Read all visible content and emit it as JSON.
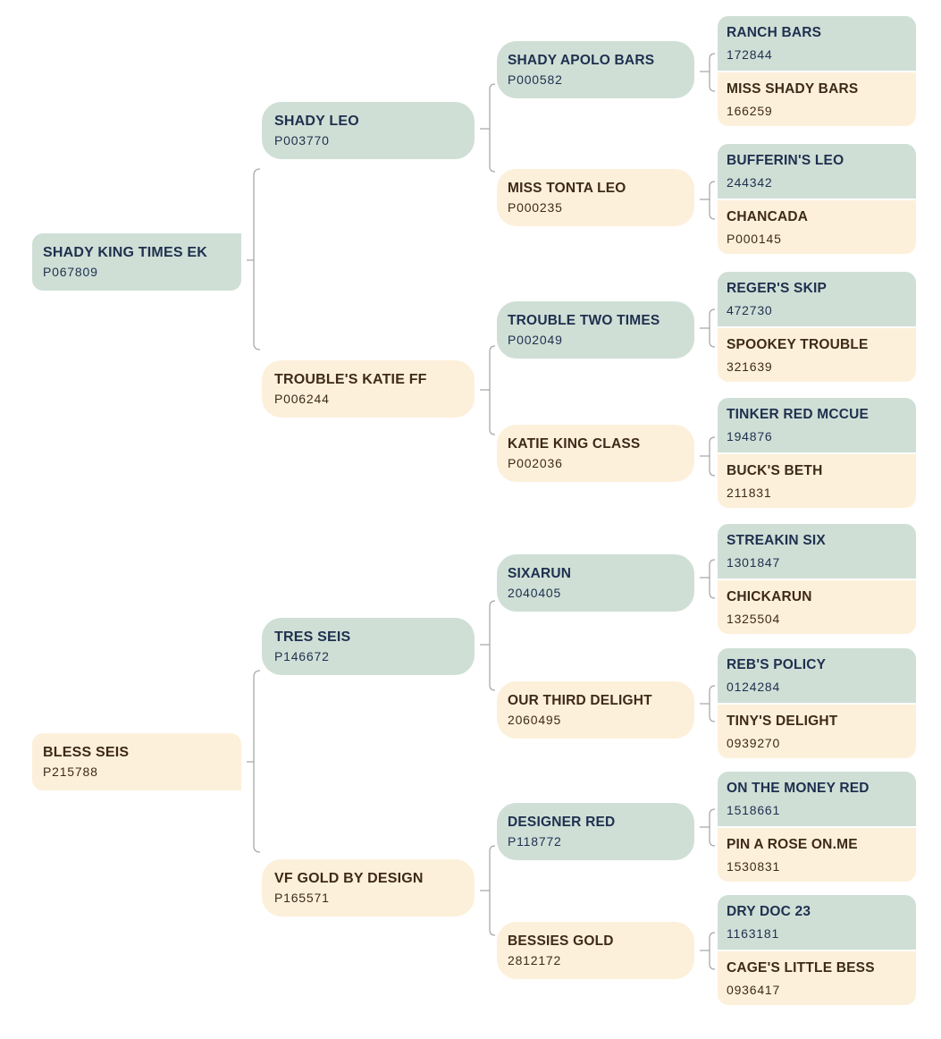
{
  "pedigree": {
    "p0": {
      "name": "SHADY KING TIMES EK",
      "reg": "P067809"
    },
    "p00": {
      "name": "SHADY LEO",
      "reg": "P003770"
    },
    "p01": {
      "name": "TROUBLE'S KATIE FF",
      "reg": "P006244"
    },
    "p000": {
      "name": "SHADY APOLO BARS",
      "reg": "P000582"
    },
    "p001": {
      "name": "MISS TONTA LEO",
      "reg": "P000235"
    },
    "p010": {
      "name": "TROUBLE TWO TIMES",
      "reg": "P002049"
    },
    "p011": {
      "name": "KATIE KING CLASS",
      "reg": "P002036"
    },
    "p0000": {
      "name": "RANCH BARS",
      "reg": "172844"
    },
    "p0001": {
      "name": "MISS SHADY BARS",
      "reg": "166259"
    },
    "p0010": {
      "name": "BUFFERIN'S LEO",
      "reg": "244342"
    },
    "p0011": {
      "name": "CHANCADA",
      "reg": "P000145"
    },
    "p0100": {
      "name": "REGER'S SKIP",
      "reg": "472730"
    },
    "p0101": {
      "name": "SPOOKEY TROUBLE",
      "reg": "321639"
    },
    "p0110": {
      "name": "TINKER RED MCCUE",
      "reg": "194876"
    },
    "p0111": {
      "name": "BUCK'S BETH",
      "reg": "211831"
    },
    "p1": {
      "name": "BLESS SEIS",
      "reg": "P215788"
    },
    "p10": {
      "name": "TRES SEIS",
      "reg": "P146672"
    },
    "p11": {
      "name": "VF GOLD BY DESIGN",
      "reg": "P165571"
    },
    "p100": {
      "name": "SIXARUN",
      "reg": "2040405"
    },
    "p101": {
      "name": "OUR THIRD DELIGHT",
      "reg": "2060495"
    },
    "p110": {
      "name": "DESIGNER RED",
      "reg": "P118772"
    },
    "p111": {
      "name": "BESSIES GOLD",
      "reg": "2812172"
    },
    "p1000": {
      "name": "STREAKIN SIX",
      "reg": "1301847"
    },
    "p1001": {
      "name": "CHICKARUN",
      "reg": "1325504"
    },
    "p1010": {
      "name": "REB'S POLICY",
      "reg": "0124284"
    },
    "p1011": {
      "name": "TINY'S DELIGHT",
      "reg": "0939270"
    },
    "p1100": {
      "name": "ON THE MONEY RED",
      "reg": "1518661"
    },
    "p1101": {
      "name": "PIN A ROSE ON.ME",
      "reg": "1530831"
    },
    "p1110": {
      "name": "DRY DOC 23",
      "reg": "1163181"
    },
    "p1111": {
      "name": "CAGE'S LITTLE BESS",
      "reg": "0936417"
    }
  },
  "colors": {
    "sire_bg": "#cfdfd6",
    "dam_bg": "#fdf0da",
    "sire_text": "#1f2f4e",
    "dam_text": "#3d2a18",
    "connector": "#a9a9a9"
  }
}
